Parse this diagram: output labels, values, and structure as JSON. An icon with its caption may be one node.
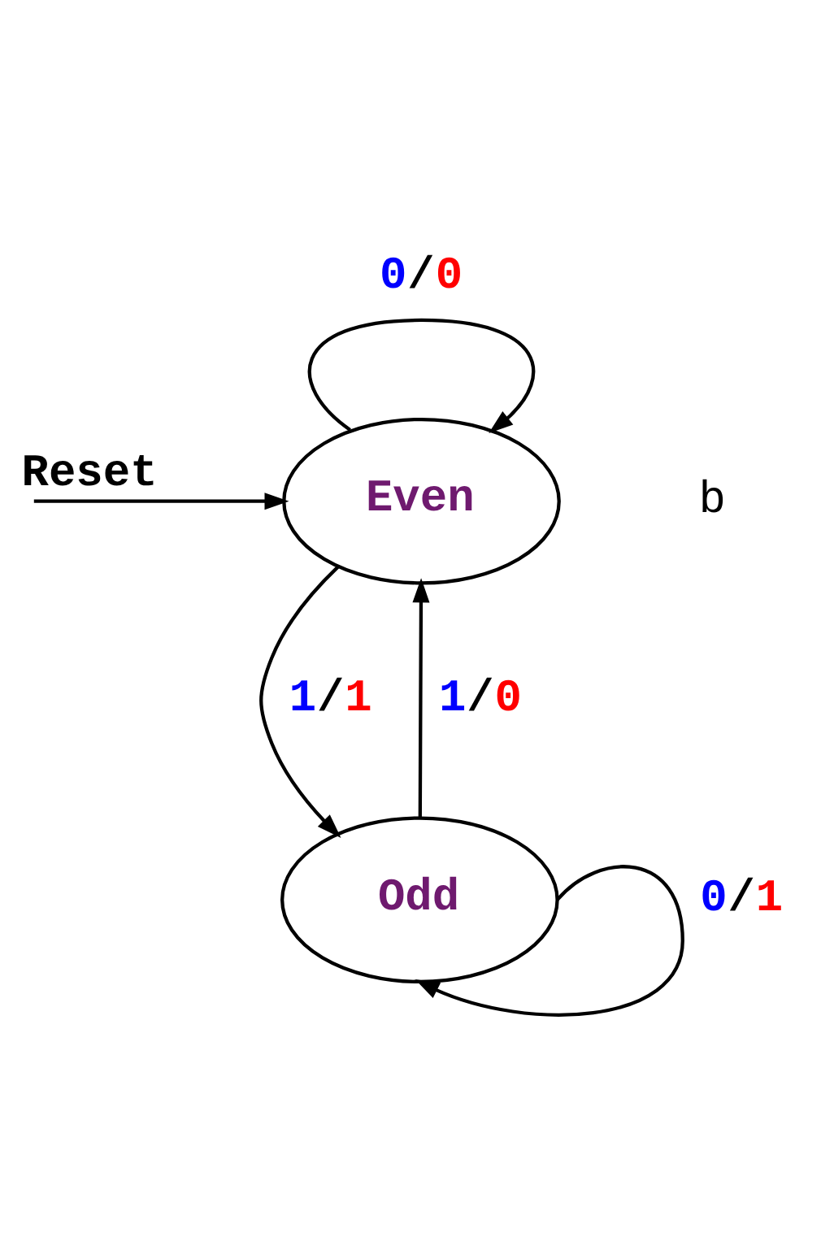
{
  "diagram": {
    "nodes": [
      {
        "text": [
          "Even"
        ]
      },
      {
        "text": [
          "Odd"
        ]
      }
    ],
    "edges": [
      {
        "from": null,
        "to": 0,
        "arrow": "to",
        "label": "Reset"
      },
      {
        "from": 0,
        "to": 0,
        "arrow": "to",
        "label": "0/0"
      },
      {
        "from": 0,
        "to": 1,
        "arrow": "to",
        "label": "1/1"
      },
      {
        "from": 1,
        "to": 0,
        "arrow": "to",
        "label": "1/0"
      },
      {
        "from": 1,
        "to": 1,
        "arrow": "to",
        "label": "0/1"
      }
    ],
    "labels": [
      "b"
    ]
  }
}
